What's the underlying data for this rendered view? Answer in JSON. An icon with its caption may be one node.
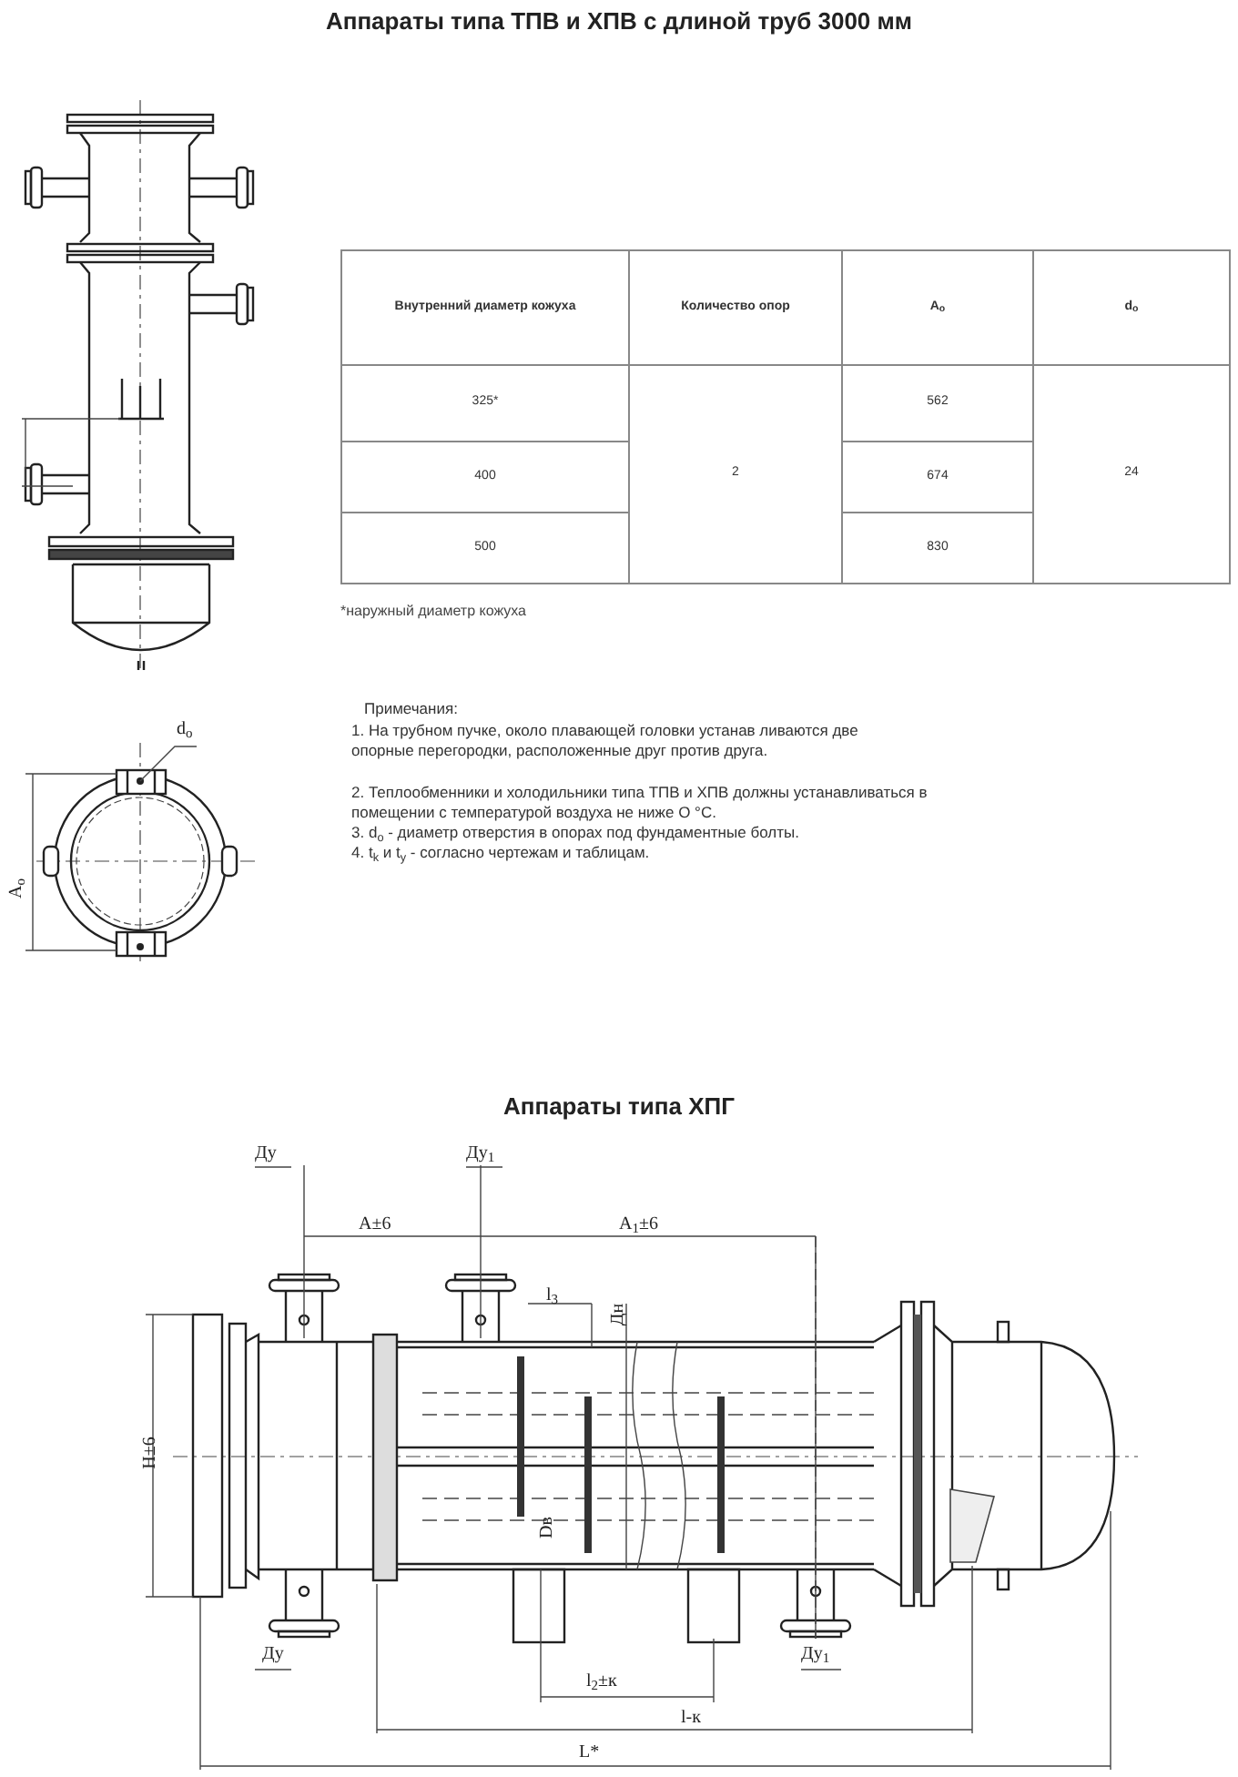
{
  "diagram": {
    "title": "Аппараты типа ТПВ и ХПВ с длиной труб 3000 мм",
    "labels": [
      "Внутренний диаметр кожуха",
      "Количество опор",
      "A$_{o}$",
      "d$_{o}$",
      "325*",
      "2",
      "562",
      "24",
      "400",
      "674",
      "500",
      "830",
      "*наружный диаметр кожуха",
      "Примечания:",
      "1. На трубном пучке, около плавающей головки устанав ливаются две опорные перегородки, расположенные друг против друга.",
      "2. Теплообменники и холодильники типа ТПВ и ХПВ должны устанавливаться в помещении с температурой воздуха не ниже О °С.",
      "3. d$_{o}$ - диаметр отверстия в опорах под фундаментные болты.",
      "4. t$_{k}$ и t$_{y}$ - согласно чертежам и таблицам.",
      "A$_{o}$",
      "d$_{o}$",
      "Аппараты типа ХПГ",
      "Ду",
      "Ду$_{1}$",
      "А±6",
      "А$_{1}$±6",
      "l$_{3}$",
      "Дн",
      "Dв",
      "Н±6",
      "Ду",
      "Ду$_{1}$",
      "l$_{2}$±к",
      "l-к",
      "L*"
    ]
  }
}
